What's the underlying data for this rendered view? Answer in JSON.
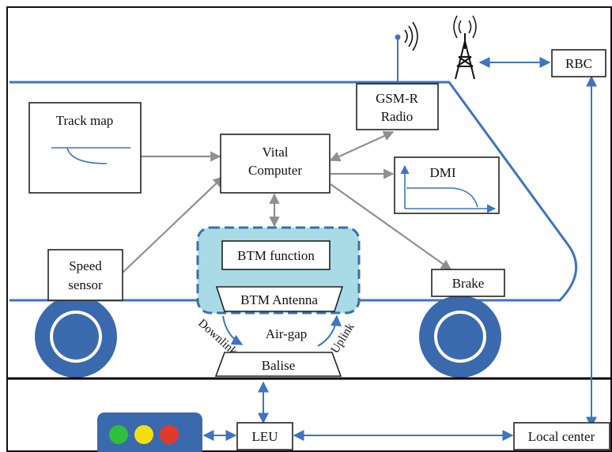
{
  "header": {
    "cropped_title": ""
  },
  "components": {
    "track_map": "Track map",
    "vital_computer": [
      "Vital",
      "Computer"
    ],
    "gsmr_radio": [
      "GSM-R",
      "Radio"
    ],
    "rbc": "RBC",
    "dmi": "DMI",
    "btm_function": "BTM function",
    "btm_antenna": "BTM Antenna",
    "speed_sensor": [
      "Speed",
      "sensor"
    ],
    "brake": "Brake",
    "air_gap": "Air-gap",
    "downlink": "Downlink",
    "uplink": "Uplink",
    "balise": "Balise",
    "leu": "LEU",
    "local_center": "Local center"
  },
  "icons": {
    "antenna": "radio-antenna-icon",
    "tower": "radio-tower-icon",
    "signal": "traffic-light-icon",
    "wheel": "wheel-icon"
  },
  "colors": {
    "train_outline": "#3e74c0",
    "link_arrows": "#3e74c0",
    "data_arrows": "#8f8f8f",
    "btm_region_fill": "#a9dbe6",
    "btm_region_border": "#3d6ea8",
    "wheel": "#3b69ad",
    "signal_body": "#3b69ad",
    "signal_green": "#2fbf3a",
    "signal_yellow": "#f2df10",
    "signal_red": "#e03a2a",
    "rail": "#000000"
  }
}
